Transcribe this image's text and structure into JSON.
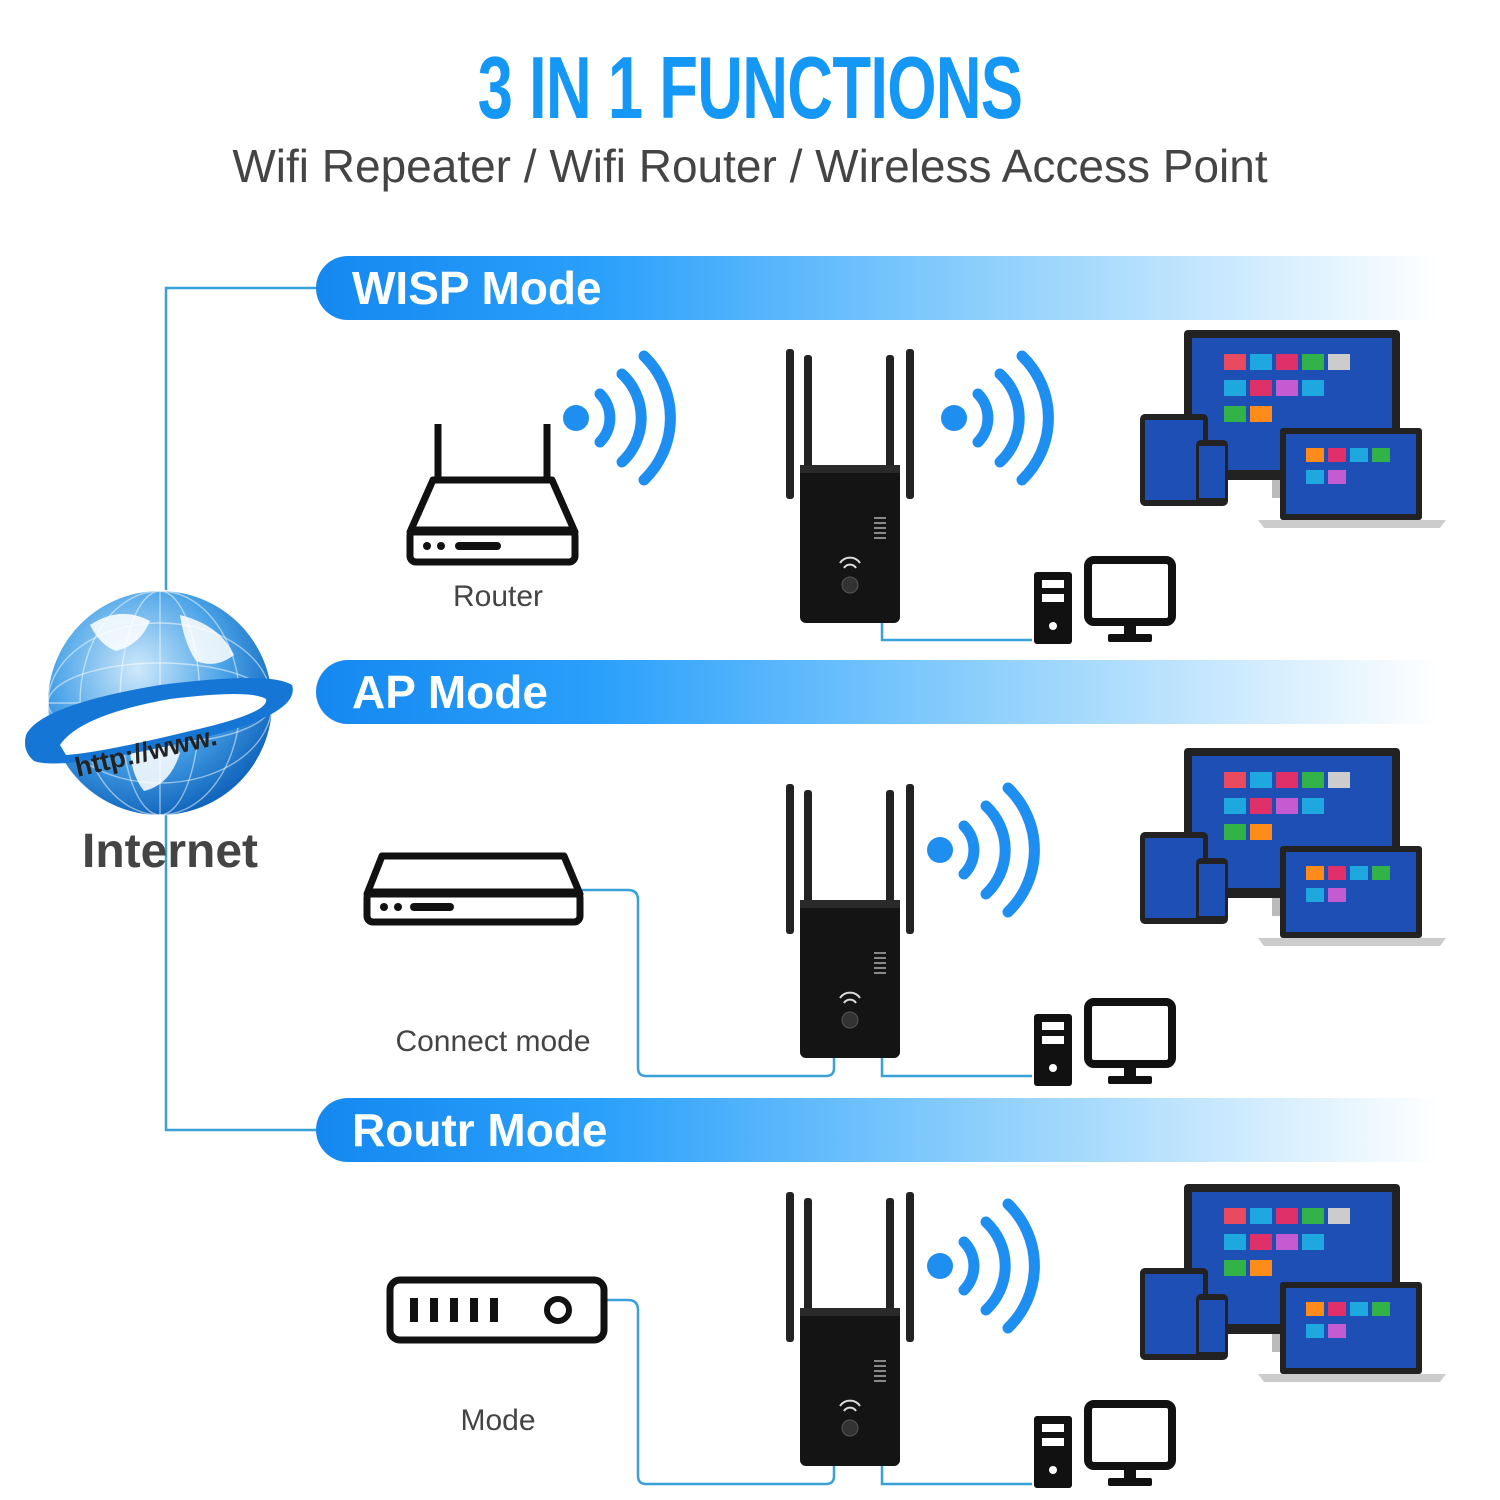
{
  "header": {
    "title": "3 IN 1 FUNCTIONS",
    "subtitle": "Wifi Repeater / Wifi Router / Wireless Access Point"
  },
  "internet": {
    "label": "Internet",
    "url_text": "http://www."
  },
  "modes": [
    {
      "title": "WISP Mode",
      "source_label": "Router",
      "source_icon": "router-icon"
    },
    {
      "title": "AP Mode",
      "source_label": "Connect mode",
      "source_icon": "switch-icon"
    },
    {
      "title": "Routr Mode",
      "source_label": "Mode",
      "source_icon": "modem-icon"
    }
  ],
  "colors": {
    "accent": "#1597f5",
    "wifi": "#1f8ef1",
    "device": "#111111",
    "line": "#3aa0d8"
  }
}
